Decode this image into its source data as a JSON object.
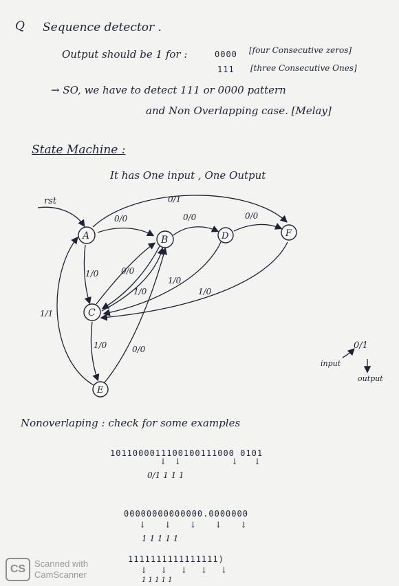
{
  "header": {
    "q_mark": "Q",
    "title": "Sequence detector ."
  },
  "intro": {
    "output_prefix": "Output should be 1 for :",
    "seq1": "0000",
    "seq1_note": "[four Consecutive zeros]",
    "seq2": "111",
    "seq2_note": "[three Consecutive Ones]",
    "so_line": "→ SO, we have to detect 111 or 0000 pattern",
    "and_line": "and Non Overlapping case. [Melay]"
  },
  "state_machine": {
    "heading": "State Machine :",
    "subtitle": "It has One input , One Output",
    "states": [
      "A",
      "B",
      "D",
      "F",
      "C",
      "E"
    ],
    "reset_label": "rst",
    "transitions": {
      "a_f_top": "0/1",
      "a_b": "0/0",
      "b_d": "0/0",
      "d_f": "0/0",
      "a_c": "1/0",
      "c_b_upper": "0/0",
      "c_b_lower": "1/0",
      "b_c": "1/0",
      "d_c": "1/0",
      "e_a": "1/1",
      "c_e": "1/0",
      "e_b": "0/0"
    },
    "legend": {
      "fraction": "0/1",
      "input_label": "input",
      "output_label": "output"
    }
  },
  "examples": {
    "heading": "Nonoverlaping : check for some examples",
    "ex1_seq": "1011000011100100111000 0101",
    "ex1_out": "0/1  1        1    1",
    "ex2_seq": "00000000000000.0000000",
    "ex2_out": "1    1    1    1    1",
    "ex3_seq": "1111111111111111)",
    "ex3_out": "1    1    1    1    1"
  },
  "watermark": {
    "logo": "CS",
    "line1": "Scanned with",
    "line2": "CamScanner"
  }
}
